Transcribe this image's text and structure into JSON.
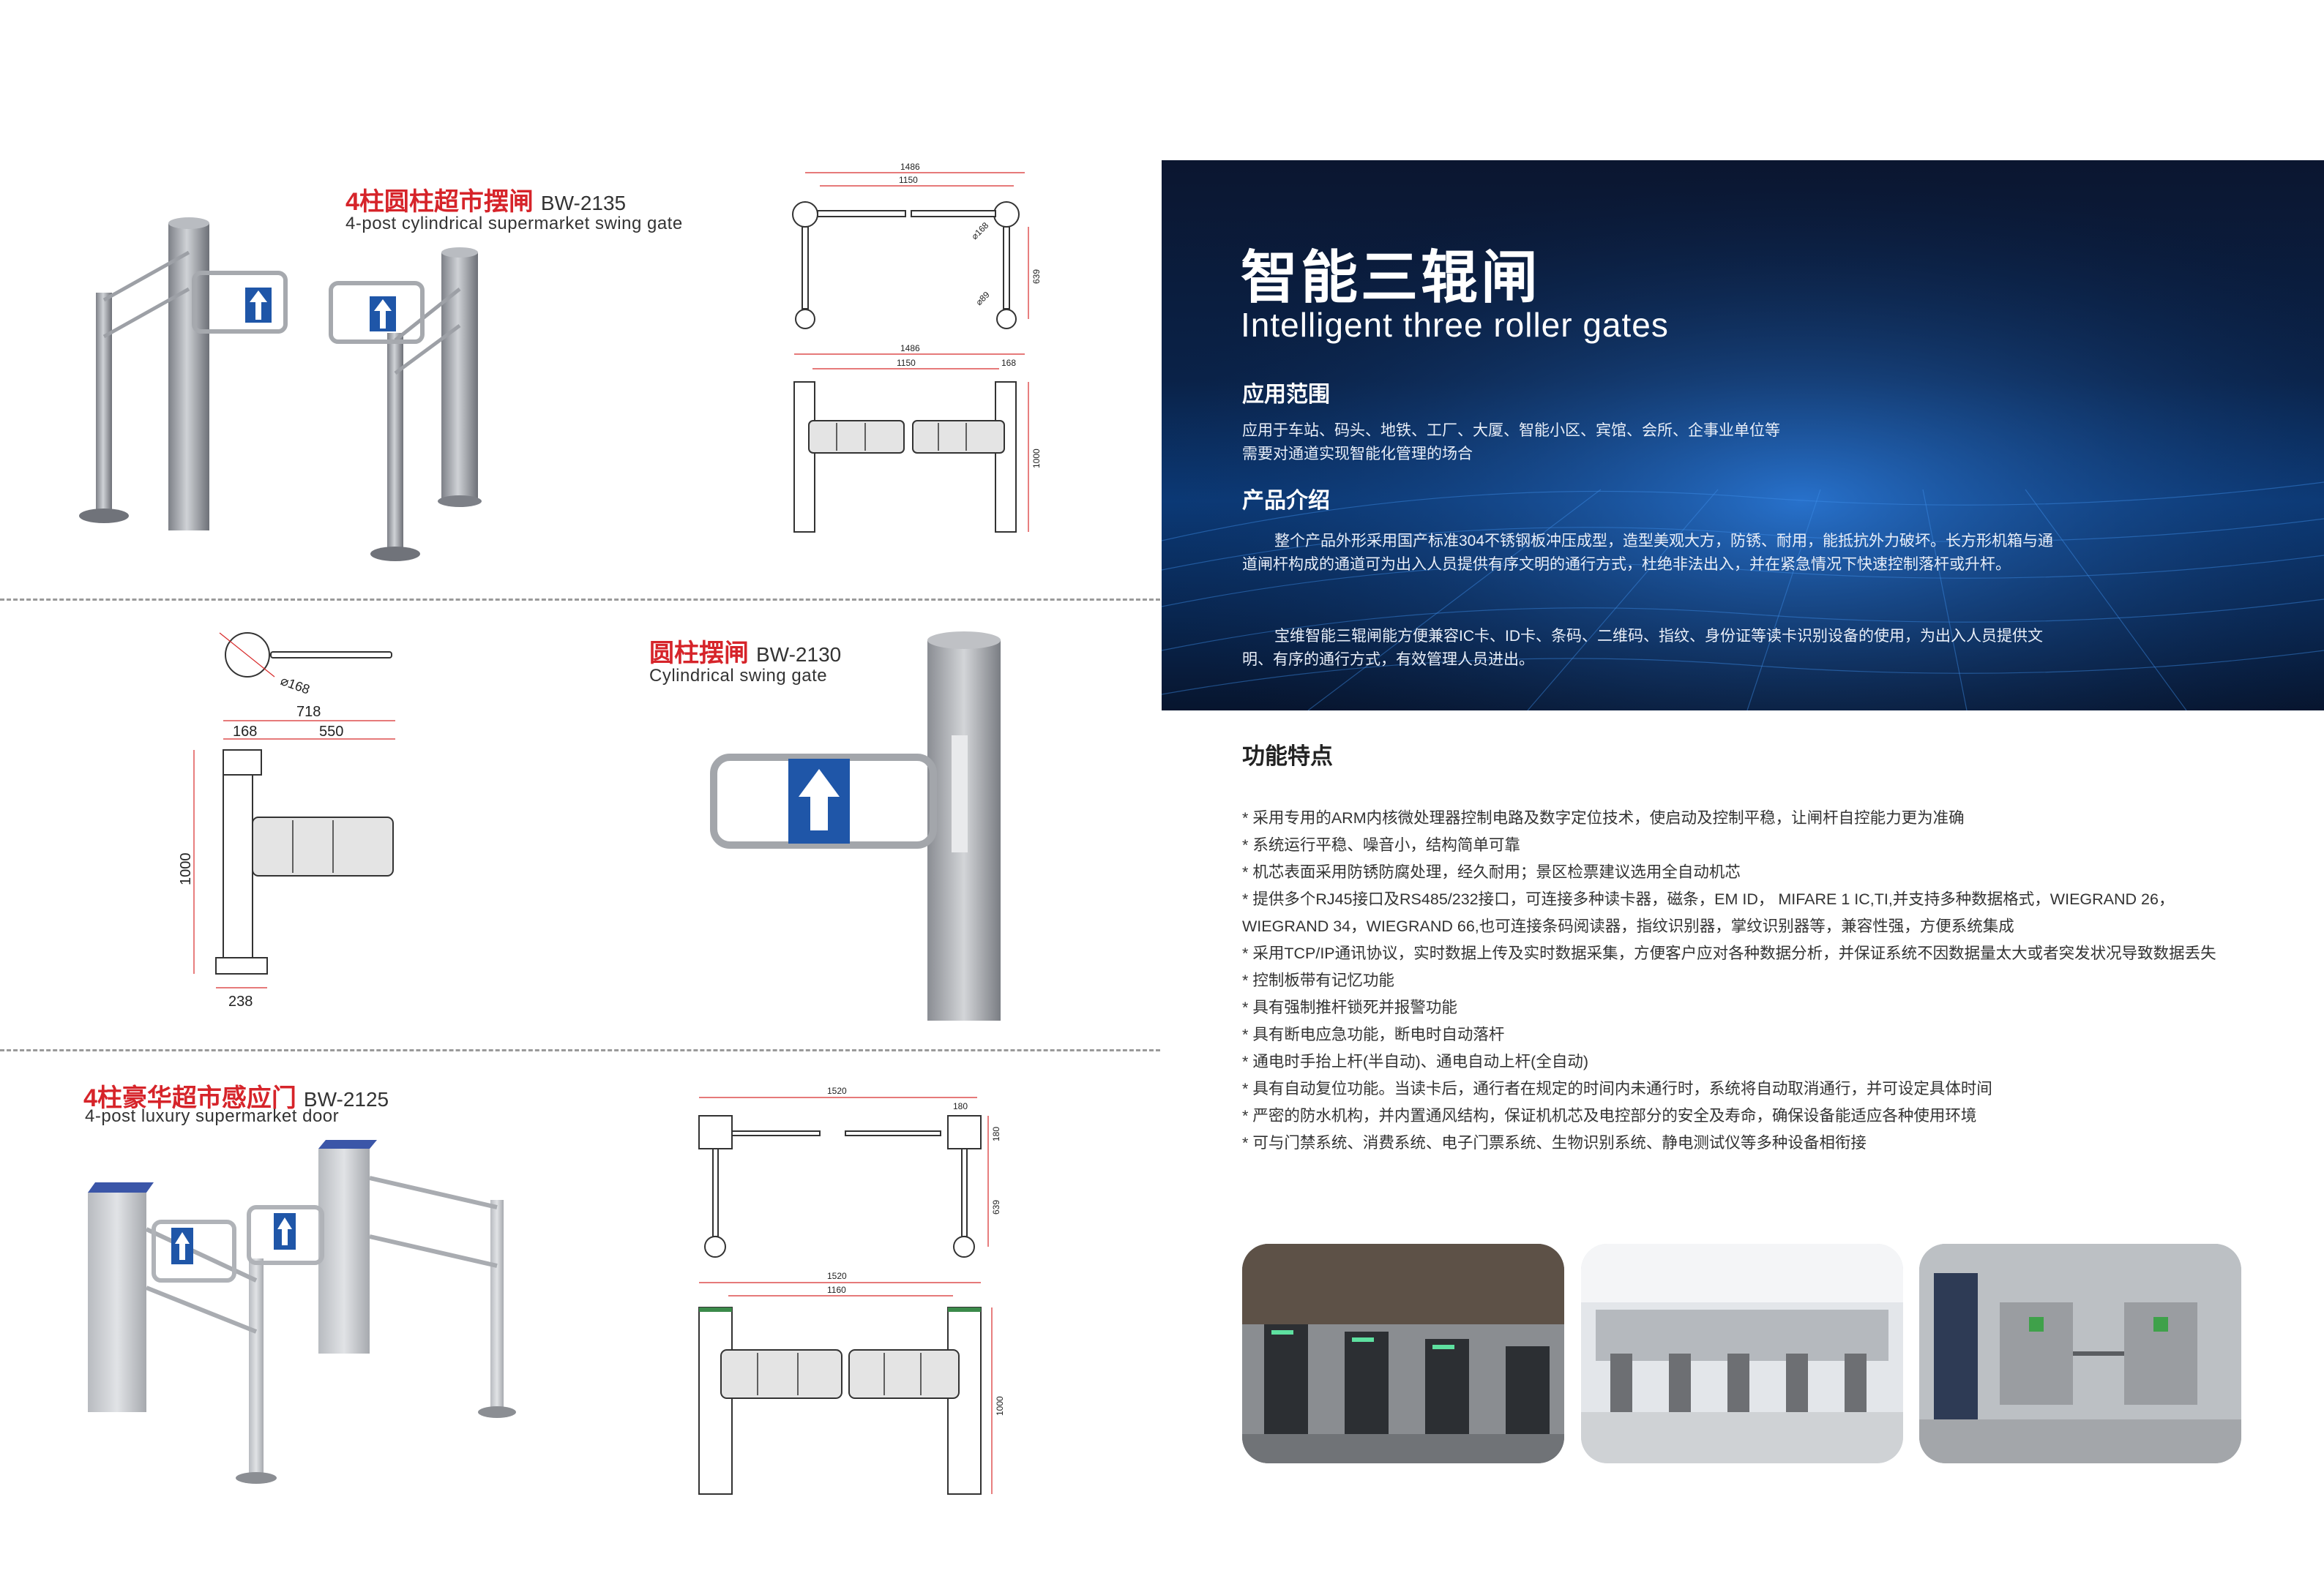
{
  "products": {
    "p1": {
      "title_cn": "4柱圆柱超市摆闸",
      "model": "BW-2135",
      "title_en": "4-post cylindrical supermarket swing gate"
    },
    "p2": {
      "title_cn": "圆柱摆闸",
      "model": "BW-2130",
      "title_en": "Cylindrical swing gate"
    },
    "p3": {
      "title_cn": "4柱豪华超市感应门",
      "model": "BW-2125",
      "title_en": "4-post luxury supermarket door"
    }
  },
  "dims": {
    "p1_top": {
      "total": "1486",
      "inner": "1150",
      "d168": "⌀168",
      "h639": "639",
      "d89": "⌀89"
    },
    "p1_front": {
      "total": "1486",
      "inner": "1150",
      "side": "168",
      "height": "1000"
    },
    "p2_top": {
      "d168": "⌀168"
    },
    "p2_front": {
      "total": "718",
      "side": "168",
      "arm": "550",
      "height": "1000",
      "base": "238"
    },
    "p3_top": {
      "total": "1520",
      "side": "180",
      "h180": "180",
      "h639": "639"
    },
    "p3_front": {
      "total": "1520",
      "inner": "1160",
      "height": "1000"
    }
  },
  "hero": {
    "title": "智能三辊闸",
    "subtitle": "Intelligent three roller gates",
    "section1_title": "应用范围",
    "section1_line1": "应用于车站、码头、地铁、工厂、大厦、智能小区、宾馆、会所、企事业单位等",
    "section1_line2": "需要对通道实现智能化管理的场合",
    "section2_title": "产品介绍",
    "section2_p1": "整个产品外形采用国产标准304不锈钢板冲压成型，造型美观大方，防锈、耐用，能抵抗外力破坏。长方形机箱与通道闸杆构成的通道可为出入人员提供有序文明的通行方式，杜绝非法出入，并在紧急情况下快速控制落杆或升杆。",
    "section2_p2": "宝维智能三辊闸能方便兼容IC卡、ID卡、条码、二维码、指纹、身份证等读卡识别设备的使用，为出入人员提供文明、有序的通行方式，有效管理人员进出。"
  },
  "features": {
    "title": "功能特点",
    "items": [
      "* 采用专用的ARM内核微处理器控制电路及数字定位技术，使启动及控制平稳，让闸杆自控能力更为准确",
      "* 系统运行平稳、噪音小，结构简单可靠",
      "* 机芯表面采用防锈防腐处理，经久耐用；景区检票建议选用全自动机芯",
      "* 提供多个RJ45接口及RS485/232接口，可连接多种读卡器，磁条，EM ID， MIFARE 1 IC,TI,并支持多种数据格式，WIEGRAND 26，",
      "WIEGRAND 34，WIEGRAND 66,也可连接条码阅读器，指纹识别器，掌纹识别器等，兼容性强，方便系统集成",
      "* 采用TCP/IP通讯协议，实时数据上传及实时数据采集，方便客户应对各种数据分析，并保证系统不因数据量太大或者突发状况导致数据丢失",
      "* 控制板带有记忆功能",
      "* 具有强制推杆锁死并报警功能",
      "* 具有断电应急功能，断电时自动落杆",
      "* 通电时手抬上杆(半自动)、通电自动上杆(全自动)",
      "* 具有自动复位功能。当读卡后，通行者在规定的时间内未通行时，系统将自动取消通行，并可设定具体时间",
      "* 严密的防水机构，并内置通风结构，保证机机芯及电控部分的安全及寿命，确保设备能适应各种使用环境",
      "* 可与门禁系统、消费系统、电子门票系统、生物识别系统、静电测试仪等多种设备相衔接"
    ]
  },
  "colors": {
    "accent_red": "#d6242a",
    "hero_blue": "#0b3a78",
    "arrow_blue": "#1f56a8"
  },
  "icons": {
    "gate_arrow": "up-arrow-icon"
  }
}
